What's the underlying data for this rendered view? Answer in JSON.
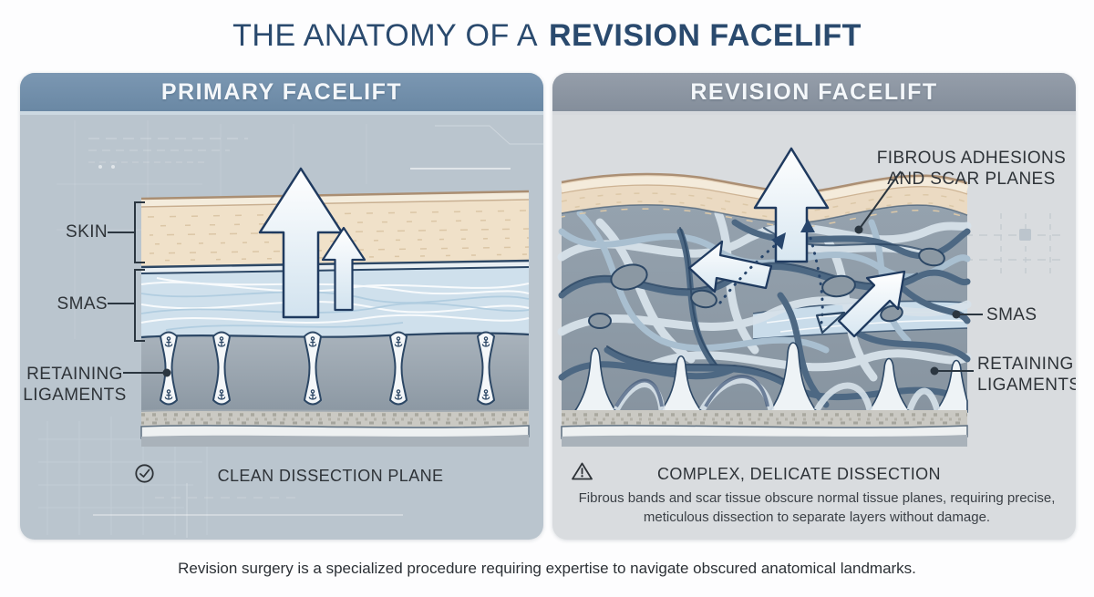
{
  "title": {
    "prefix": "THE ANATOMY OF A",
    "emphasis": "REVISION FACELIFT"
  },
  "panels": {
    "primary": {
      "header": "PRIMARY FACELIFT",
      "labels": {
        "skin": "SKIN",
        "smas": "SMAS",
        "retaining_ligaments": "RETAINING LIGAMENTS"
      },
      "caption": "CLEAN DISSECTION PLANE",
      "caption_icon": "check-circle-icon"
    },
    "revision": {
      "header": "REVISION FACELIFT",
      "labels": {
        "fibrous_adhesions": "FIBROUS ADHESIONS AND SCAR PLANES",
        "smas": "SMAS",
        "retaining_ligaments": "RETAINING LIGAMENTS"
      },
      "caption": "COMPLEX, DELICATE DISSECTION",
      "caption_icon": "warning-triangle-icon",
      "description": "Fibrous bands and scar tissue obscure normal tissue planes, requiring precise, meticulous dissection to separate layers without damage."
    }
  },
  "footer": "Revision surgery is a specialized procedure requiring expertise to navigate obscured anatomical landmarks.",
  "colors": {
    "title_navy": "#2a4a6e",
    "primary_header_bg": "#7191ac",
    "primary_panel_bg": "#bac5ce",
    "revision_header_bg": "#8c96a2",
    "revision_panel_bg": "#d9dcdf",
    "skin_tone": "#f0e1c9",
    "smas_blue": "#cfe0ec",
    "outline_navy": "#2c4765",
    "label_text": "#2e3338"
  }
}
